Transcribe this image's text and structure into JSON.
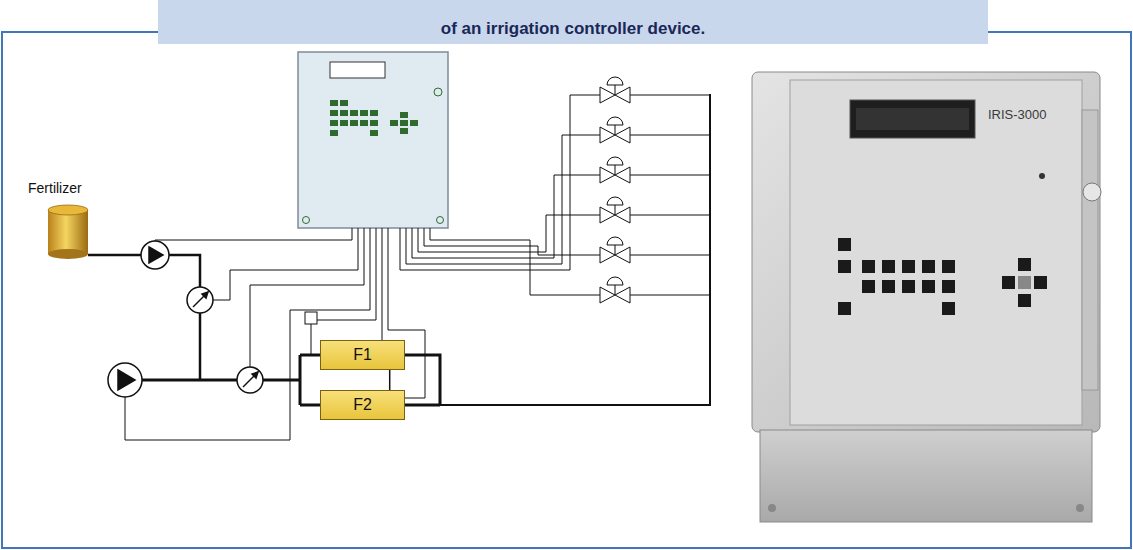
{
  "diagram": {
    "title": "of an irrigation controller device.",
    "nodes": [
      {
        "text": [
          "F1"
        ]
      },
      {
        "text": [
          "F2"
        ]
      }
    ],
    "edges": [
      {
        "from": 0,
        "to": 1,
        "arrow": "none"
      }
    ],
    "labels": [
      "Fertilizer",
      "IRIS-3000"
    ]
  }
}
